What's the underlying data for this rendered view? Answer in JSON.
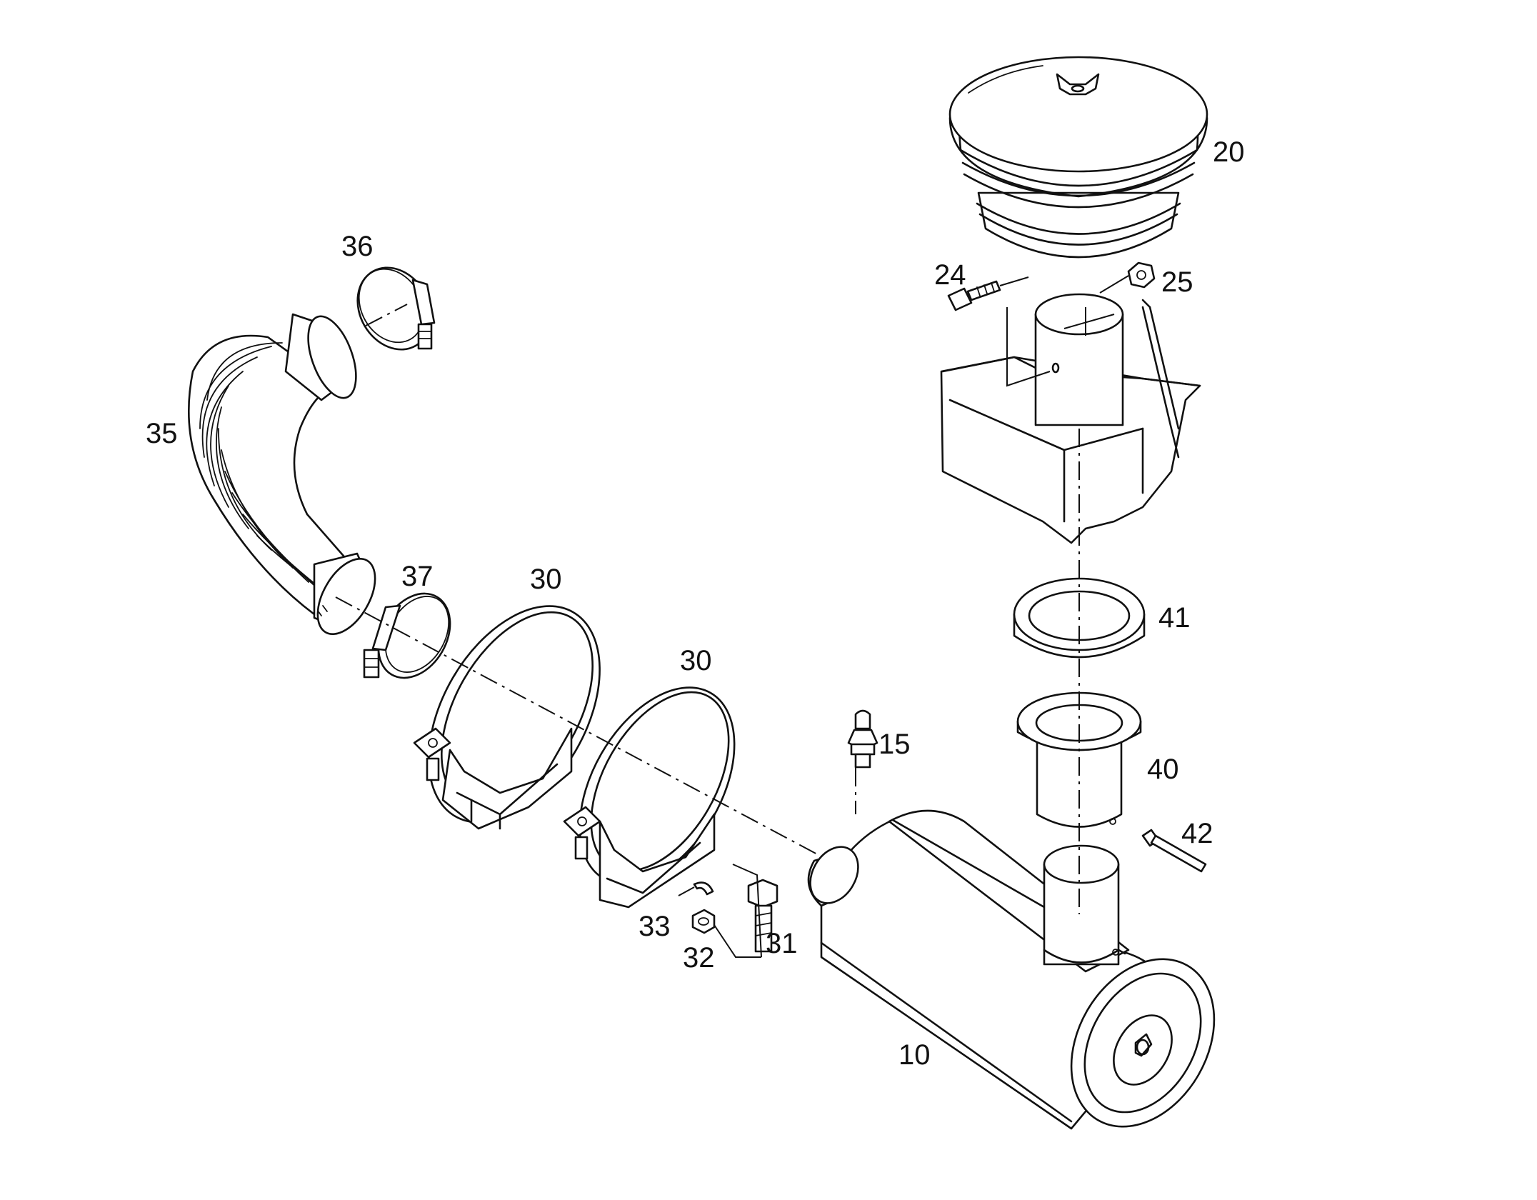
{
  "figure": {
    "part_labels": [
      {
        "id": "p10",
        "text": "10"
      },
      {
        "id": "p15",
        "text": "15"
      },
      {
        "id": "p20",
        "text": "20"
      },
      {
        "id": "p24",
        "text": "24"
      },
      {
        "id": "p25",
        "text": "25"
      },
      {
        "id": "p30a",
        "text": "30"
      },
      {
        "id": "p30b",
        "text": "30"
      },
      {
        "id": "p31",
        "text": "31"
      },
      {
        "id": "p32",
        "text": "32"
      },
      {
        "id": "p33",
        "text": "33"
      },
      {
        "id": "p35",
        "text": "35"
      },
      {
        "id": "p36",
        "text": "36"
      },
      {
        "id": "p37",
        "text": "37"
      },
      {
        "id": "p40",
        "text": "40"
      },
      {
        "id": "p41",
        "text": "41"
      },
      {
        "id": "p42",
        "text": "42"
      }
    ]
  }
}
